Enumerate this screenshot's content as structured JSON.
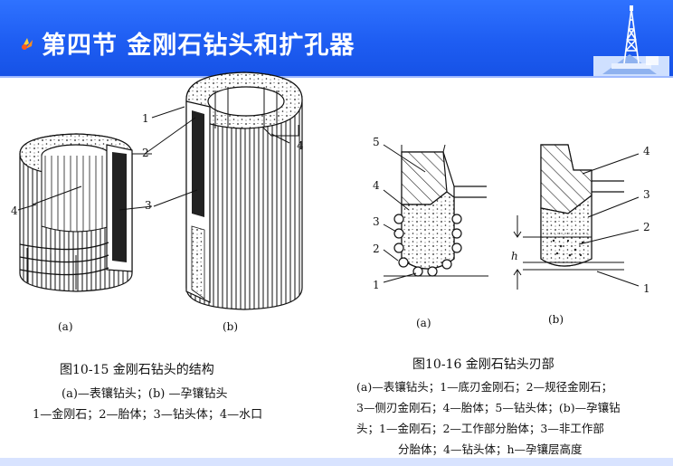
{
  "title": "第四节  金刚石钻头和扩孔器",
  "labels": {
    "n1": "1",
    "n2": "2",
    "n3": "3",
    "n4": "4",
    "n5": "5",
    "h": "h",
    "a": "(a)",
    "b": "(b)"
  },
  "fig15": {
    "caption": "图10-15   金刚石钻头的结构",
    "line1": "(a)—表镶钻头；(b) —孕镶钻头",
    "line2": "1—金刚石；2—胎体；3—钻头体；4—水口"
  },
  "fig16": {
    "caption": "图10-16   金刚石钻头刃部",
    "line1": "(a)—表镶钻头；1—底刃金刚石；2—规径金刚石；",
    "line2": "3—侧刃金刚石；4—胎体；5—钻头体；(b)—孕镶钻",
    "line3": "头；1—金刚石；2—工作部分胎体；3—非工作部",
    "line4": "分胎体；4—钻头体；h—孕镶层高度"
  },
  "colors": {
    "title_bar": "#1e5df2",
    "title_text": "#ffffff"
  },
  "icons": [
    "bullet-icon",
    "drilling-rig-logo-icon"
  ]
}
